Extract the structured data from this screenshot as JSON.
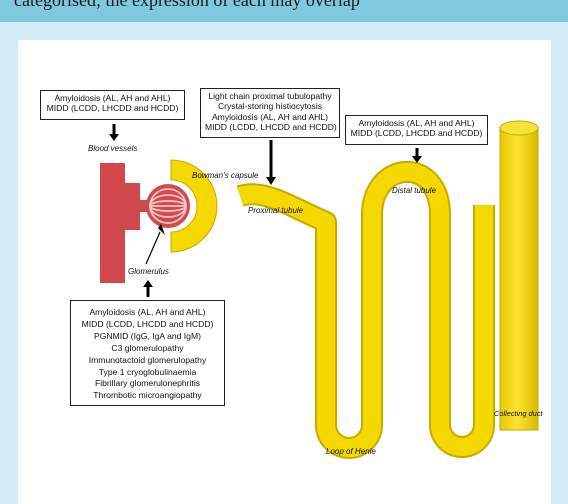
{
  "header_text": "categorised; the expression of each may overlap",
  "colors": {
    "tubule": "#f5d800",
    "tubule_edge": "#c4ac00",
    "blood_vessel": "#d1494c",
    "panel": "#ffffff",
    "background": "#d3ecf6",
    "band": "#7fc8e0"
  },
  "boxes": {
    "blood_vessels": [
      "Amyloidosis (AL, AH and AHL)",
      "MIDD (LCDD, LHCDD and HCDD)"
    ],
    "proximal": [
      "Light chain proximal tubulopathy",
      "Crystal-storing histiocytosis",
      "Amyloidosis (AL, AH and AHL)",
      "MIDD (LCDD, LHCDD and HCDD)"
    ],
    "distal": [
      "Amyloidosis (AL, AH and AHL)",
      "MIDD (LCDD, LHCDD and HCDD)"
    ],
    "glomerulus": [
      "Amyloidosis (AL, AH and AHL)",
      "MIDD (LCDD, LHCDD and HCDD)",
      "PGNMID (IgG, IgA and IgM)",
      "C3 glomerulopathy",
      "Immunotactoid glomerulopathy",
      "Type 1 cryoglobulinaemia",
      "Fibrillary glomerulonephritis",
      "Thrombotic microangiopathy"
    ]
  },
  "labels": {
    "blood_vessels": "Blood vessels",
    "bowmans_capsule": "Bowman's capsule",
    "proximal_tubule": "Proximal tubule",
    "distal_tubule": "Distal tubule",
    "glomerulus": "Glomerulus",
    "loop_of_henle": "Loop of Henle",
    "collecting_duct": "Collecting duct"
  }
}
